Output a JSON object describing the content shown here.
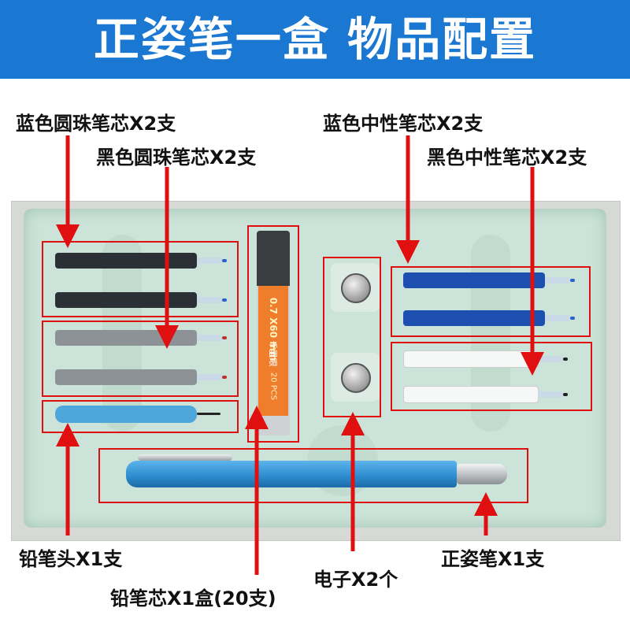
{
  "banner": {
    "title": "正姿笔一盒 物品配置",
    "color": "#1a78d2"
  },
  "labels": {
    "blue_ballpoint": "蓝色圆珠笔芯X2支",
    "black_ballpoint": "黑色圆珠笔芯X2支",
    "blue_gel": "蓝色中性笔芯X2支",
    "black_gel": "黑色中性笔芯X2支",
    "pencil_head": "铅笔头X1支",
    "lead_box": "铅笔芯X1盒(20支)",
    "battery": "电子X2个",
    "posture_pen": "正姿笔X1支"
  },
  "lead_box": {
    "size_text": "0.7 X60 mm",
    "brand_text": "千里眼",
    "count_text": "20 PCS"
  },
  "colors": {
    "arrow": "#e01010",
    "tray": "#cbe3d8",
    "pen_blue": "#2f8fd0"
  }
}
